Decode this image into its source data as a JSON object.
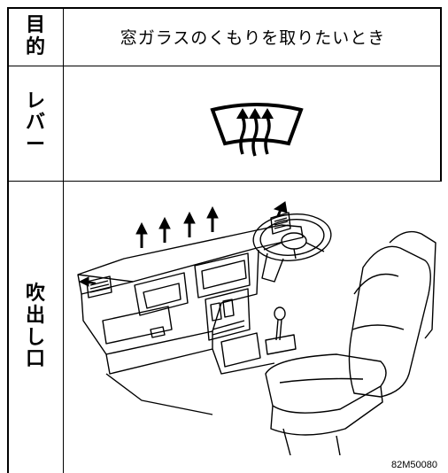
{
  "table": {
    "row1": {
      "label": "目的",
      "text": "窓ガラスのくもりを取りたいとき"
    },
    "row2": {
      "label": "レバー",
      "icon": "windshield-defrost-icon"
    },
    "row3": {
      "label": "吹出し口",
      "illustration": "dashboard-vents-illustration"
    }
  },
  "figure_code": "82M50080"
}
